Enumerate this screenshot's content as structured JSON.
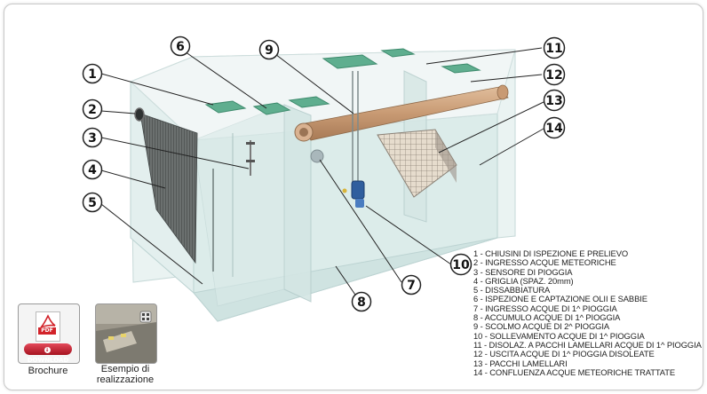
{
  "callouts": [
    {
      "n": "1"
    },
    {
      "n": "2"
    },
    {
      "n": "3"
    },
    {
      "n": "4"
    },
    {
      "n": "5"
    },
    {
      "n": "6"
    },
    {
      "n": "7"
    },
    {
      "n": "8"
    },
    {
      "n": "9"
    },
    {
      "n": "10"
    },
    {
      "n": "11"
    },
    {
      "n": "12"
    },
    {
      "n": "13"
    },
    {
      "n": "14"
    }
  ],
  "legend": [
    "1 - CHIUSINI DI ISPEZIONE E PRELIEVO",
    "2 - INGRESSO ACQUE METEORICHE",
    "3 - SENSORE DI PIOGGIA",
    "4 - GRIGLIA (SPAZ. 20mm)",
    "5 - DISSABBIATURA",
    "6 - ISPEZIONE E CAPTAZIONE OLII E SABBIE",
    "7 - INGRESSO ACQUE DI 1^ PIOGGIA",
    "8 - ACCUMULO ACQUE DI 1^ PIOGGIA",
    "9 - SCOLMO ACQUE DI 2^ PIOGGIA",
    "10 - SOLLEVAMENTO ACQUE DI 1^ PIOGGIA",
    "11 - DISOLAZ. A PACCHI LAMELLARI ACQUE DI 1^ PIOGGIA",
    "12 - USCITA ACQUE DI 1^ PIOGGIA DISOLEATE",
    "13 - PACCHI LAMELLARI",
    "14 - CONFLUENZA ACQUE METEORICHE TRATTATE"
  ],
  "brochure": {
    "label": "Brochure",
    "pdf_badge": "PDF",
    "download_label": "DOWNLOAD"
  },
  "example": {
    "label_line1": "Esempio di",
    "label_line2": "realizzazione"
  },
  "colors": {
    "tank_glass": "#dfeeee",
    "cover_green": "#5fae8f",
    "pipe_tan": "#c79a74",
    "grid_dark": "#555a5a"
  }
}
